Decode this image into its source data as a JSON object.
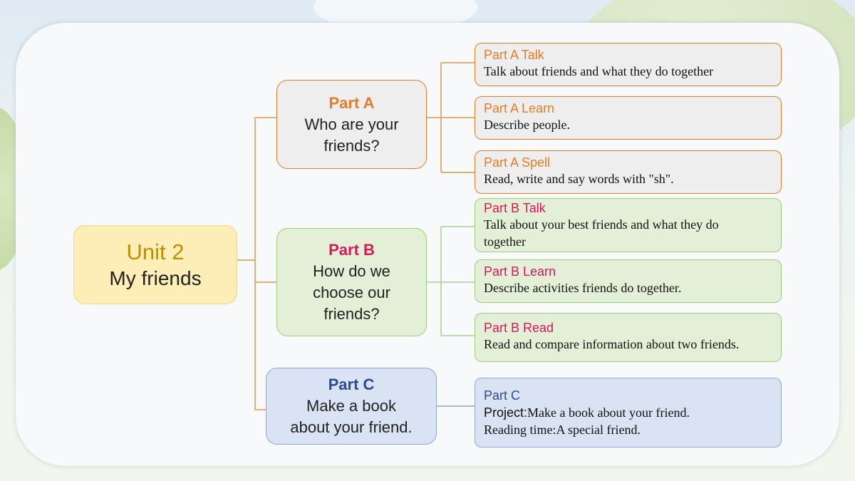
{
  "colors": {
    "partA_accent": "#e37d2b",
    "partB_accent": "#d6195c",
    "partC_accent": "#2c4c8c",
    "root_accent": "#bf8f00",
    "connector_orange": "#d89a4a",
    "connector_green": "#a9d08e",
    "connector_blue": "#8ea8d4"
  },
  "root": {
    "title": "Unit 2",
    "subtitle": "My friends"
  },
  "partA": {
    "title": "Part A",
    "question_line1": "Who are your",
    "question_line2": "friends?",
    "items": [
      {
        "title": "Part A Talk",
        "desc": "Talk about friends and what they do together"
      },
      {
        "title": "Part A Learn",
        "desc": "Describe people."
      },
      {
        "title": "Part A Spell",
        "desc": "Read, write and say words  with  \"sh\"."
      }
    ]
  },
  "partB": {
    "title": "Part B",
    "question_line1": "How do we",
    "question_line2": "choose our",
    "question_line3": "friends?",
    "items": [
      {
        "title": "Part B Talk",
        "desc_line1": "Talk about your best friends and what they do",
        "desc_line2": "together"
      },
      {
        "title": "Part B Learn",
        "desc": "Describe activities friends do together."
      },
      {
        "title": "Part B Read",
        "desc": "Read and compare information about two friends."
      }
    ]
  },
  "partC": {
    "title": "Part C",
    "line1": "Make a book",
    "line2": "about your friend.",
    "item": {
      "title": "Part C",
      "project_label": "Project:",
      "project_text": "Make a book about your friend.",
      "reading": "Reading time:A special friend."
    }
  }
}
